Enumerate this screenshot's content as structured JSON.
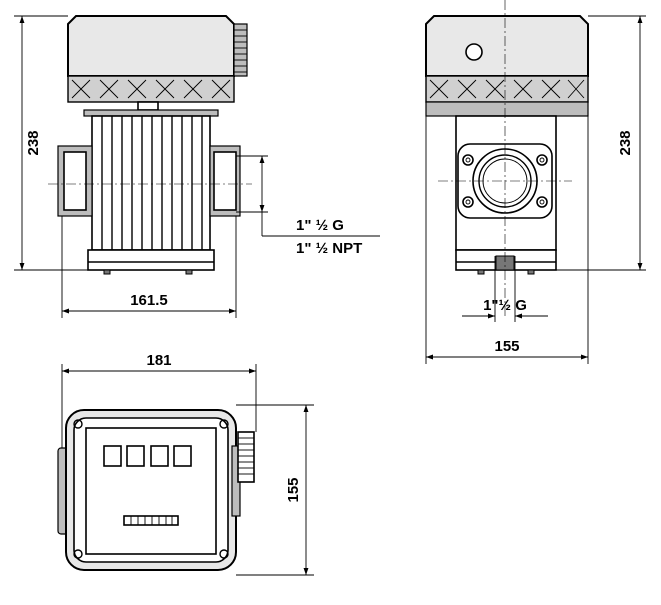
{
  "dimensions": {
    "height_front": "238",
    "height_side": "238",
    "width_front": "161.5",
    "width_side": "155",
    "width_top": "181",
    "depth_top": "155",
    "thread_front_g": "1\" ½ G",
    "thread_front_npt": "1\" ½ NPT",
    "thread_side": "1\"½ G"
  },
  "colors": {
    "line": "#000000",
    "cap_fill": "#e8e8e8",
    "band_fill": "#d0d0d0",
    "background": "#ffffff"
  }
}
